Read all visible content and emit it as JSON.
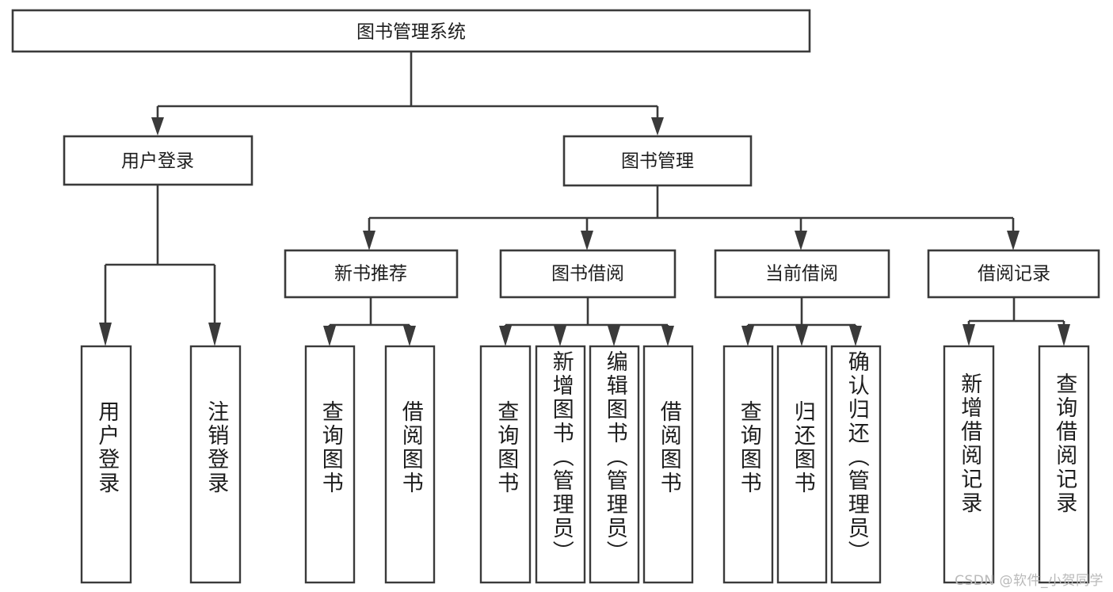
{
  "diagram": {
    "title_node": {
      "id": "root",
      "label": "图书管理系统"
    },
    "level1": [
      {
        "id": "user-login",
        "label": "用户登录"
      },
      {
        "id": "book-management",
        "label": "图书管理"
      }
    ],
    "level2": [
      {
        "id": "new-book-recommend",
        "label": "新书推荐"
      },
      {
        "id": "book-borrow",
        "label": "图书借阅"
      },
      {
        "id": "current-borrow",
        "label": "当前借阅"
      },
      {
        "id": "borrow-record",
        "label": "借阅记录"
      }
    ],
    "leaves": {
      "user_login": [
        {
          "id": "leaf-user-login",
          "label": "用户登录"
        },
        {
          "id": "leaf-logout-login",
          "label": "注销登录"
        }
      ],
      "new_book_recommend": [
        {
          "id": "leaf-query-book-1",
          "label": "查询图书"
        },
        {
          "id": "leaf-borrow-book-1",
          "label": "借阅图书"
        }
      ],
      "book_borrow": [
        {
          "id": "leaf-query-book-2",
          "label": "查询图书"
        },
        {
          "id": "leaf-add-book",
          "label": "新增图书（管理员）"
        },
        {
          "id": "leaf-edit-book",
          "label": "编辑图书（管理员）"
        },
        {
          "id": "leaf-borrow-book-2",
          "label": "借阅图书"
        }
      ],
      "current_borrow": [
        {
          "id": "leaf-query-book-3",
          "label": "查询图书"
        },
        {
          "id": "leaf-return-book",
          "label": "归还图书"
        },
        {
          "id": "leaf-confirm-return",
          "label": "确认归还（管理员）"
        }
      ],
      "borrow_record": [
        {
          "id": "leaf-add-record",
          "label": "新增借阅记录"
        },
        {
          "id": "leaf-query-record",
          "label": "查询借阅记录"
        }
      ]
    }
  },
  "watermark": {
    "text": "CSDN @软件_小贺同学"
  },
  "colors": {
    "stroke": "#3a3a3a",
    "text": "#1d1d1d",
    "background": "#ffffff",
    "watermark": "#b9b9b9"
  }
}
